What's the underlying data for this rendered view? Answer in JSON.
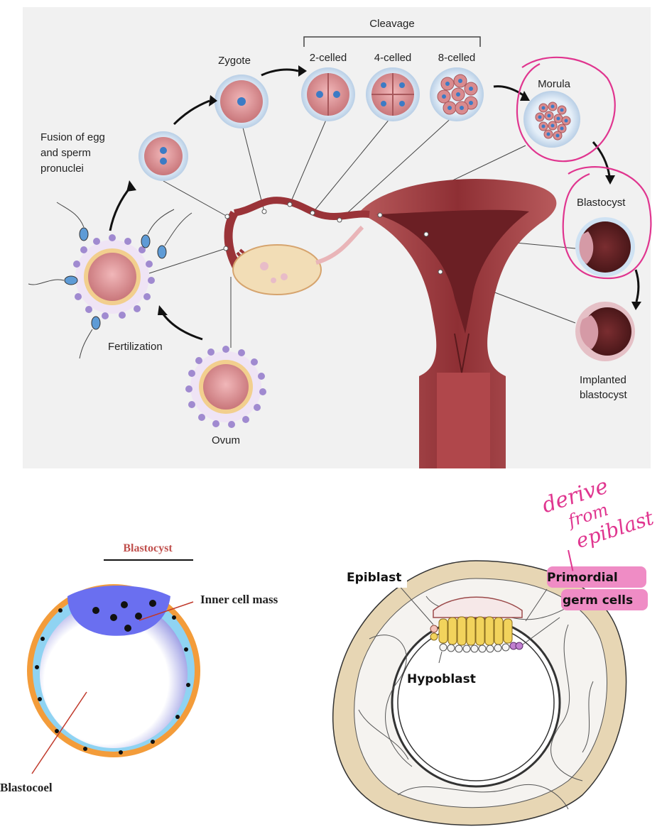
{
  "top_diagram": {
    "labels": {
      "cleavage": "Cleavage",
      "zygote": "Zygote",
      "two_celled": "2-celled",
      "four_celled": "4-celled",
      "eight_celled": "8-celled",
      "morula": "Morula",
      "fusion_line1": "Fusion of egg",
      "fusion_line2": "and sperm",
      "fusion_line3": "pronuclei",
      "blastocyst": "Blastocyst",
      "fertilization": "Fertilization",
      "implanted_line1": "Implanted",
      "implanted_line2": "blastocyst",
      "ovum": "Ovum"
    }
  },
  "bottom_left": {
    "title": "Blastocyst",
    "inner_cell_mass": "Inner cell mass",
    "blastocoel": "Blastocoel"
  },
  "bottom_right": {
    "epiblast": "Epiblast",
    "primordial_line1": "Primordial",
    "primordial_line2": "germ cells",
    "hypoblast": "Hypoblast"
  },
  "handwritten_note": {
    "line1": "derive",
    "line2": "from",
    "line3": "epiblast"
  },
  "colors": {
    "highlight": "#e0358f",
    "uterus": "#b24a4c",
    "zona": "#cfe2f3",
    "cell": "#d98b8f"
  }
}
